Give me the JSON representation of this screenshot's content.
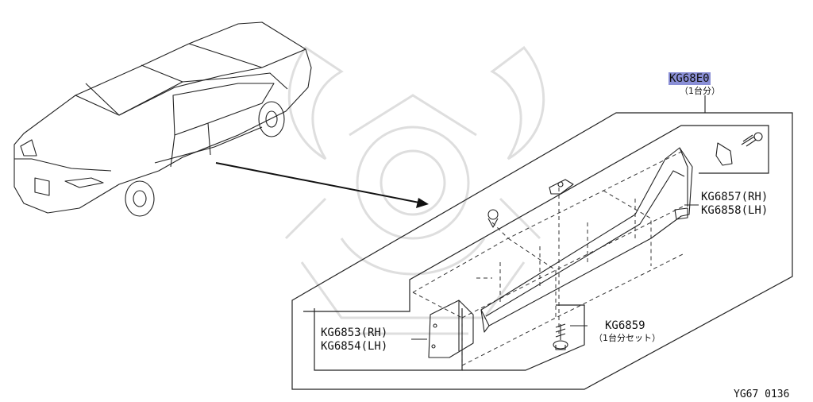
{
  "labels": {
    "kit": "KG68E0",
    "kit_qty": "（1台分）",
    "rh_rear": "KG6857(RH)",
    "lh_rear": "KG6858(LH)",
    "rh_front": "KG6853(RH)",
    "lh_front": "KG6854(LH)",
    "fastener": "KG6859",
    "fastener_qty": "（1台分セット）",
    "diagram_code": "YG67 0136"
  },
  "colors": {
    "highlight": "#8a8fd6",
    "line": "#222222",
    "watermark": "#d9d9d9"
  }
}
